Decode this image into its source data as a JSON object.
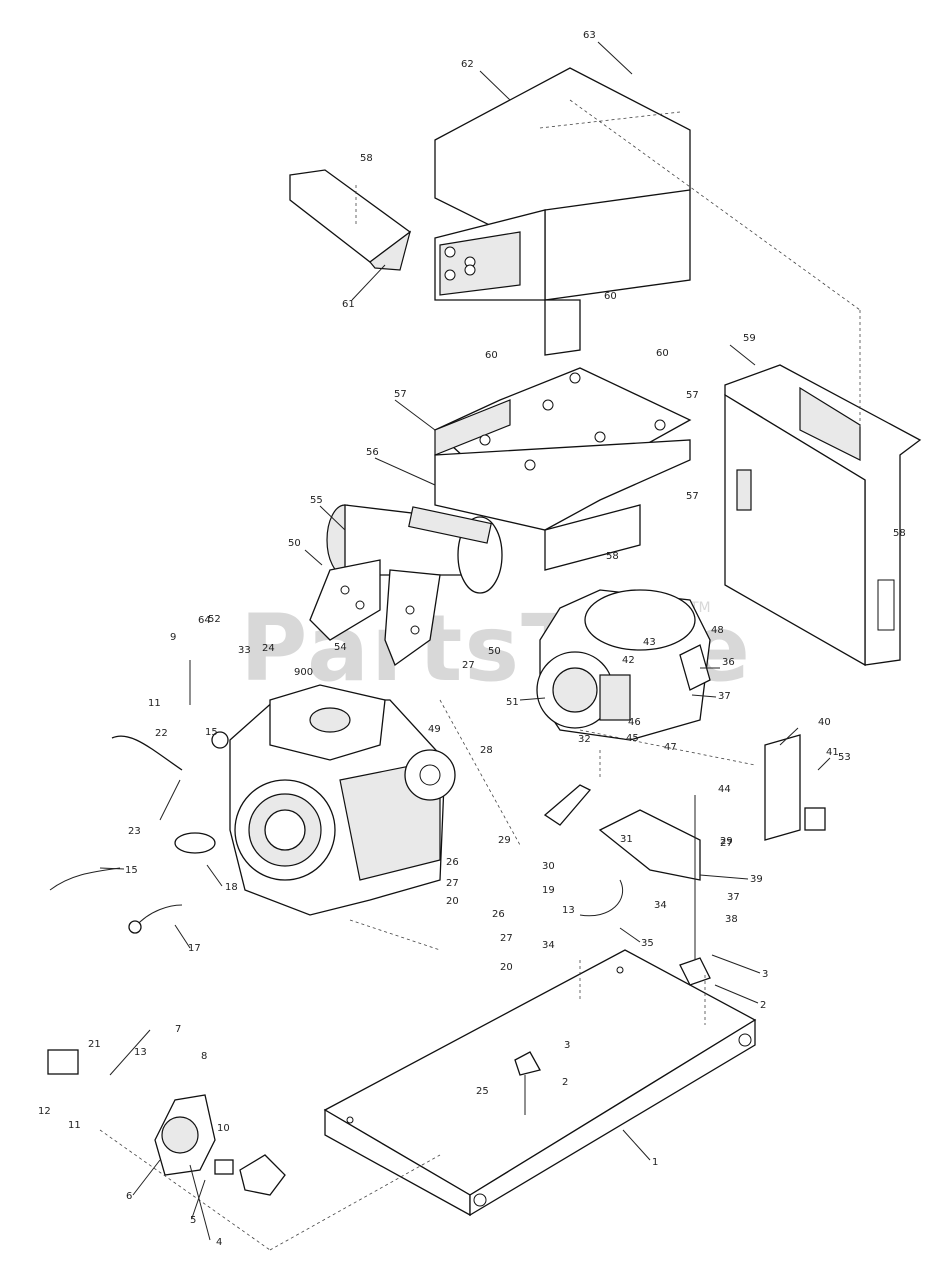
{
  "watermark": {
    "text": "PartsTree",
    "trademark": "TM"
  },
  "callouts": [
    "1",
    "2",
    "3",
    "4",
    "5",
    "6",
    "7",
    "8",
    "9",
    "10",
    "11",
    "12",
    "13",
    "15",
    "17",
    "18",
    "19",
    "20",
    "21",
    "22",
    "23",
    "24",
    "25",
    "26",
    "27",
    "28",
    "29",
    "30",
    "31",
    "32",
    "33",
    "34",
    "35",
    "36",
    "37",
    "38",
    "39",
    "40",
    "41",
    "42",
    "43",
    "44",
    "45",
    "46",
    "47",
    "48",
    "49",
    "50",
    "51",
    "52",
    "53",
    "54",
    "55",
    "56",
    "57",
    "58",
    "59",
    "60",
    "61",
    "62",
    "63",
    "64",
    "900"
  ]
}
